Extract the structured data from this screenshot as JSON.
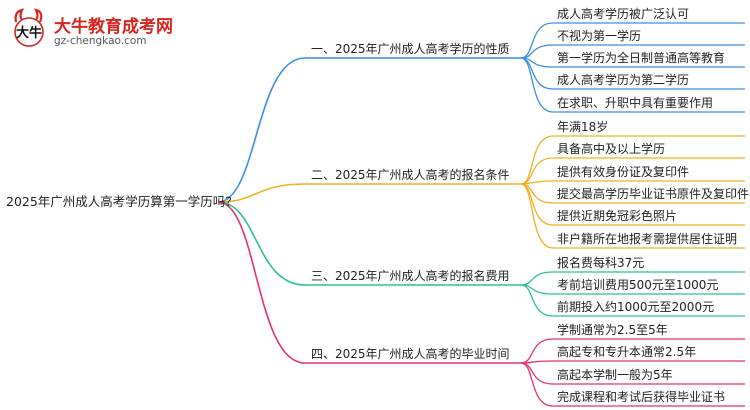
{
  "logo": {
    "title": "大牛教育成考网",
    "url": "gz-chengkao.com",
    "mark_text": "大牛",
    "icon": "bull-logo-icon",
    "color": "#d9251d"
  },
  "mindmap": {
    "root": "2025年广州成人高考学历算第一学历吗？",
    "branches": [
      {
        "label": "一、2025年广州成人高考学历的性质",
        "color": "#3a8ee6",
        "leaves": [
          "成人高考学历被广泛认可",
          "不视为第一学历",
          "第一学历为全日制普通高等教育",
          "成人高考学历为第二学历",
          "在求职、升职中具有重要作用"
        ]
      },
      {
        "label": "二、2025年广州成人高考的报名条件",
        "color": "#f0b020",
        "leaves": [
          "年满18岁",
          "具备高中及以上学历",
          "提供有效身份证及复印件",
          "提交最高学历毕业证书原件及复印件",
          "提供近期免冠彩色照片",
          "非户籍所在地报考需提供居住证明"
        ]
      },
      {
        "label": "三、2025年广州成人高考的报名费用",
        "color": "#2cc38a",
        "leaves": [
          "报名费每科37元",
          "考前培训费用500元至1000元",
          "前期投入约1000元至2000元"
        ]
      },
      {
        "label": "四、2025年广州成人高考的毕业时间",
        "color": "#e8306e",
        "leaves": [
          "学制通常为2.5至5年",
          "高起专和专升本通常2.5年",
          "高起本学制一般为5年",
          "完成课程和考试后获得毕业证书"
        ]
      }
    ]
  }
}
